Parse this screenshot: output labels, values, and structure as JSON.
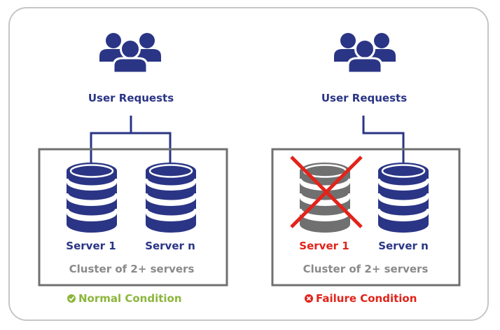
{
  "colors": {
    "navy": "#2a3585",
    "server_failed": "#707070",
    "cross": "#e2231a",
    "failed_label": "#e2231a",
    "cluster_border": "#707070",
    "cluster_text": "#8a8a8a",
    "normal": "#8cb63c",
    "failure": "#e2231a",
    "frame": "#c6c6c6"
  },
  "icons": {
    "users": "users-group-icon",
    "server": "database-server-icon",
    "cross": "x-cross-icon",
    "normal": "check-circle-icon",
    "failure": "x-circle-icon"
  },
  "left": {
    "requests_label": "User Requests",
    "servers": [
      {
        "label": "Server 1",
        "status": "ok"
      },
      {
        "label": "Server n",
        "status": "ok"
      }
    ],
    "cluster_label": "Cluster of 2+ servers",
    "condition_label": "Normal Condition"
  },
  "right": {
    "requests_label": "User Requests",
    "servers": [
      {
        "label": "Server 1",
        "status": "failed"
      },
      {
        "label": "Server n",
        "status": "ok"
      }
    ],
    "cluster_label": "Cluster of 2+ servers",
    "condition_label": "Failure Condition"
  }
}
